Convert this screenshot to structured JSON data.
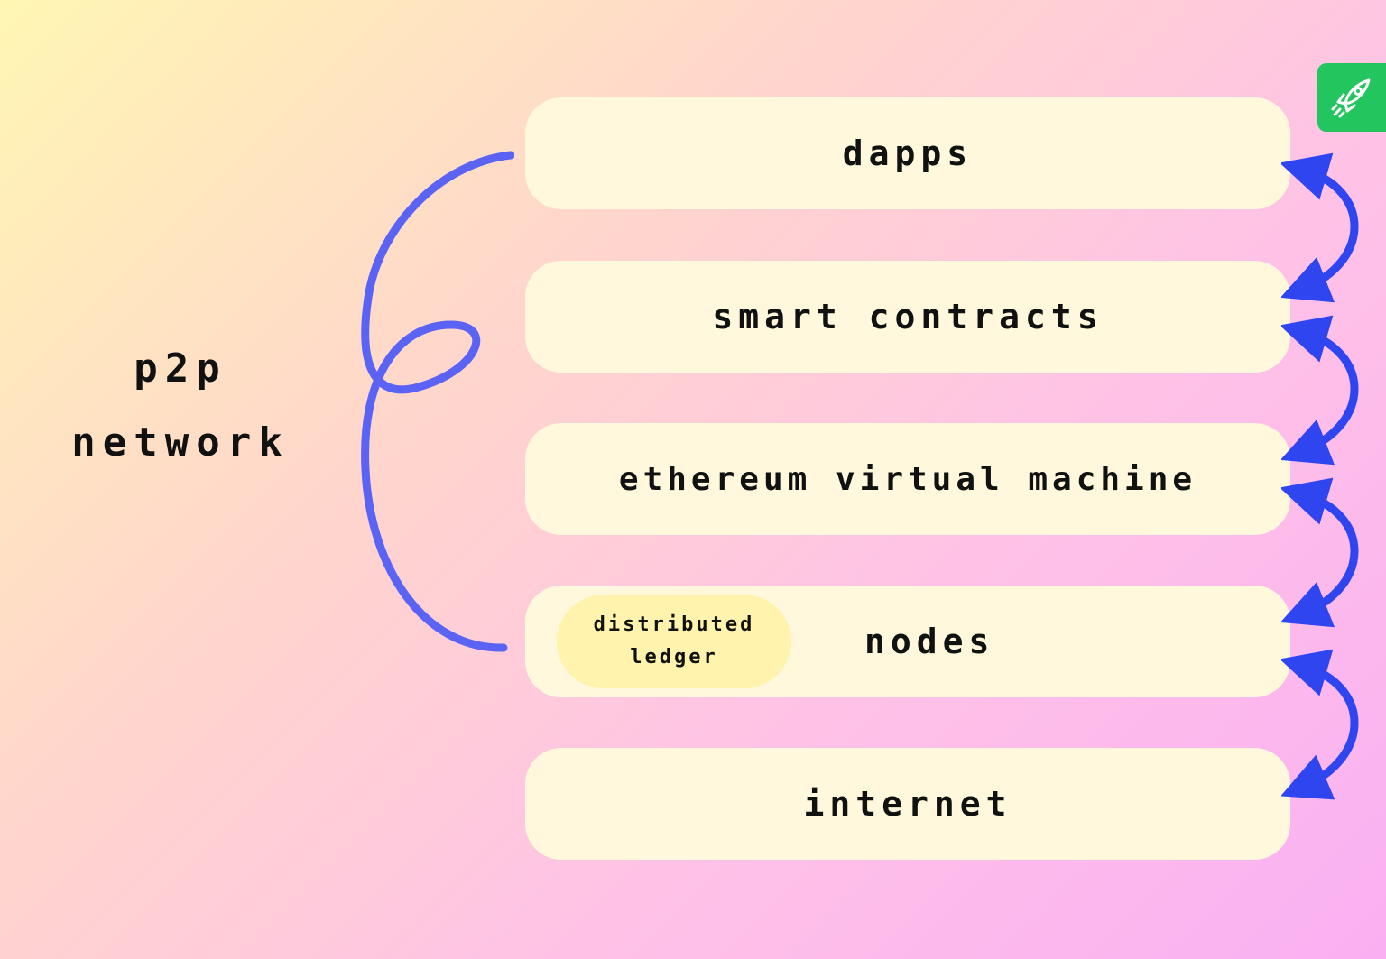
{
  "title": {
    "line1": "p2p",
    "line2": "network"
  },
  "layers": [
    {
      "label": "dapps"
    },
    {
      "label": "smart contracts"
    },
    {
      "label": "ethereum virtual machine"
    },
    {
      "label": "nodes",
      "badge": {
        "line1": "distributed",
        "line2": "ledger"
      }
    },
    {
      "label": "internet"
    }
  ],
  "colors": {
    "brace": "#5b63f5",
    "arrows": "#2f45f0",
    "layer_fill": "#fff8dc",
    "badge_fill": "#fff3ad",
    "rocket_badge": "#22c55e"
  },
  "icons": {
    "corner_badge": "rocket-icon"
  }
}
